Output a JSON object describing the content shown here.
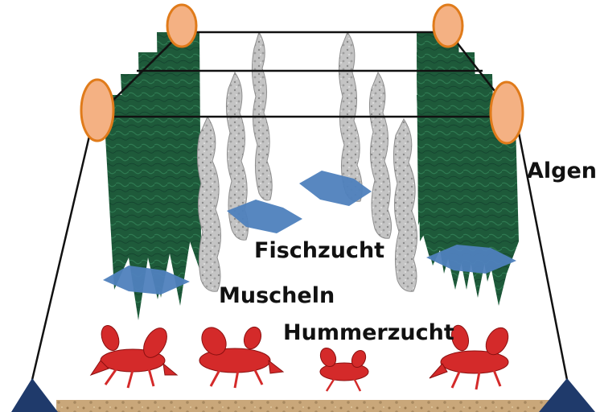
{
  "labels": {
    "algen": "Algen",
    "fischzucht": "Fischzucht",
    "muscheln": "Muscheln",
    "hummerzucht": "Hummerzucht"
  },
  "colors": {
    "buoy_fill": "#f4b183",
    "buoy_stroke": "#e07b1a",
    "seaweed": "#1e5a3a",
    "mussel": "#b8b8b8",
    "fish": "#4f81bd",
    "lobster": "#d42a2a",
    "anchor": "#1f3a6b",
    "seabed": "#c9a77a"
  },
  "icons": [
    "buoy",
    "seaweed",
    "mussel-rope",
    "fish",
    "lobster",
    "anchor",
    "seabed"
  ]
}
